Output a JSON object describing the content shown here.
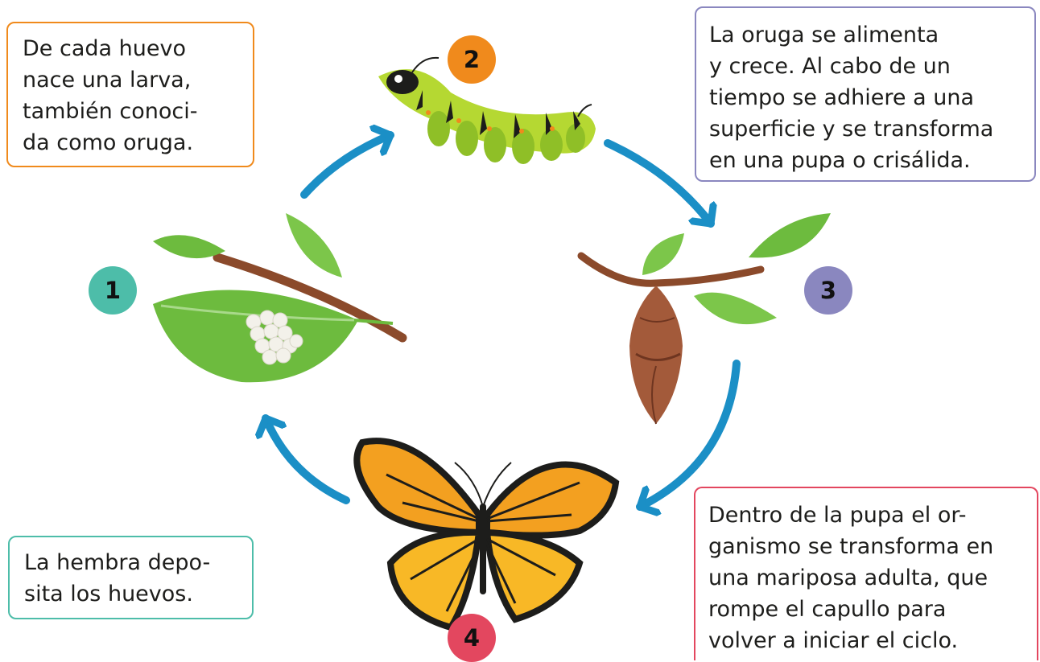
{
  "colors": {
    "arrow": "#1b8fc6",
    "step1": "#4dbda9",
    "step2": "#f08a1c",
    "step3": "#8a87bf",
    "step4": "#e3475f",
    "leaf": "#6dbb3e",
    "branch": "#8b4a2b"
  },
  "steps": [
    {
      "number": "1",
      "lines": [
        "La hembra depo-",
        "sita los huevos."
      ],
      "icon": "eggs-on-leaf"
    },
    {
      "number": "2",
      "lines": [
        "De cada huevo",
        "nace una larva,",
        "también conoci-",
        "da como oruga."
      ],
      "icon": "caterpillar"
    },
    {
      "number": "3",
      "lines": [
        "La oruga se alimenta",
        "y crece. Al cabo de un",
        "tiempo se adhiere a una",
        "superficie y se transforma",
        "en una pupa o crisálida."
      ],
      "icon": "chrysalis"
    },
    {
      "number": "4",
      "lines": [
        "Dentro de la pupa el or-",
        "ganismo se transforma en",
        "una mariposa adulta, que",
        "rompe el capullo para",
        "volver a iniciar el ciclo."
      ],
      "icon": "butterfly"
    }
  ]
}
